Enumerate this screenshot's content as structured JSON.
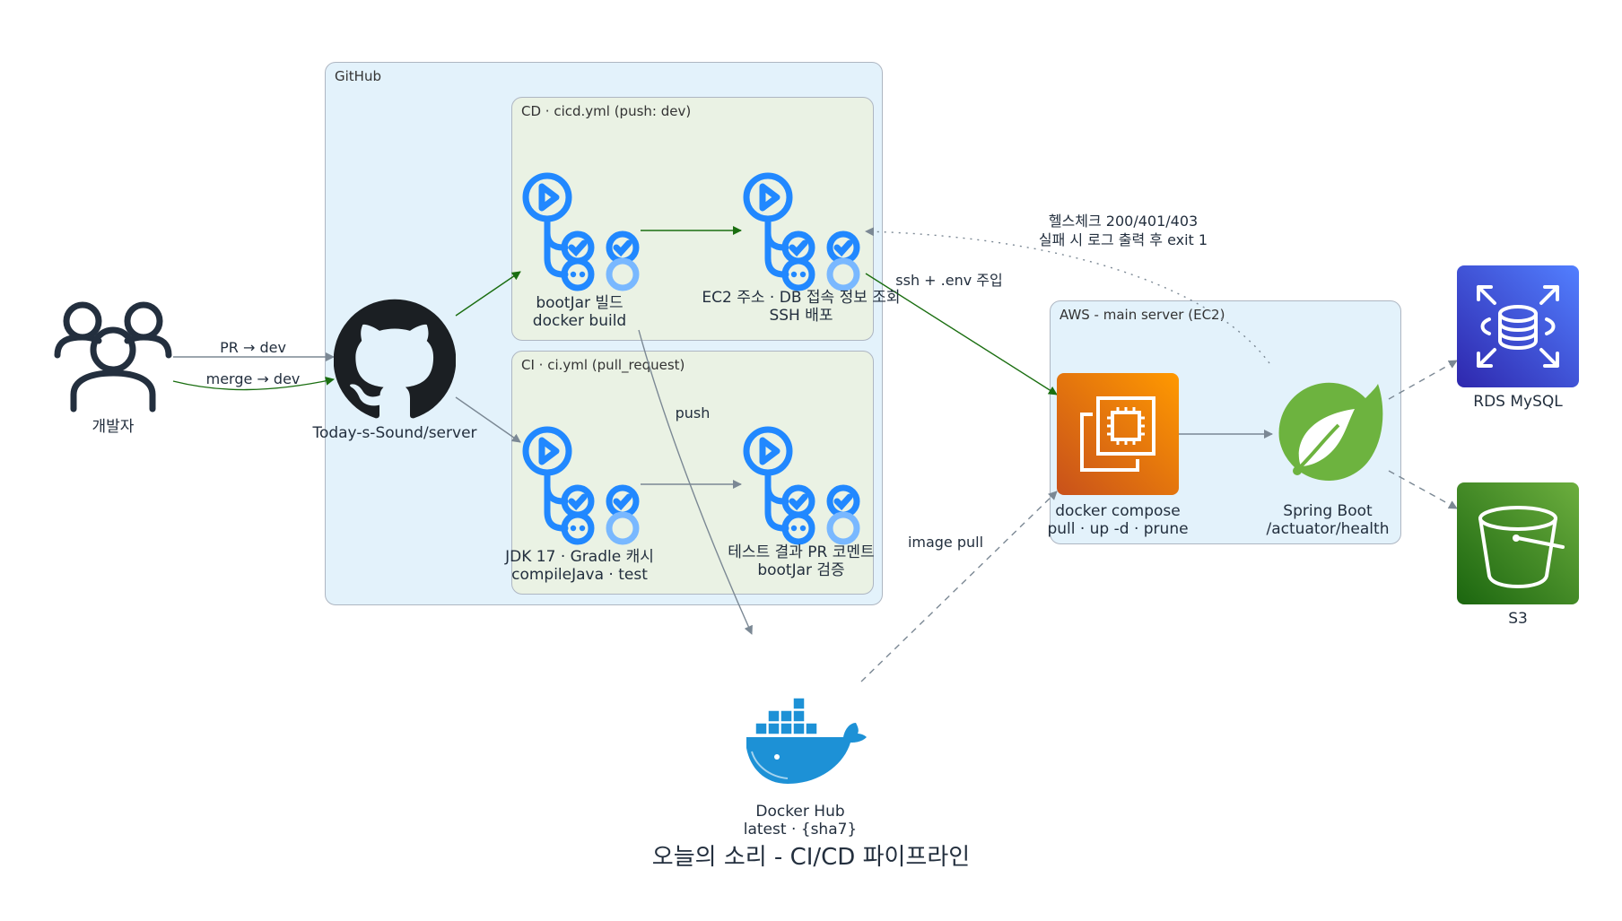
{
  "clusters": {
    "github": "GitHub",
    "cd": "CD · cicd.yml (push: dev)",
    "ci": "CI · ci.yml (pull_request)",
    "aws": "AWS - main server (EC2)"
  },
  "nodes": {
    "developer": "개발자",
    "repo": "Today-s-Sound/server",
    "cd_build": [
      "bootJar 빌드",
      "docker build"
    ],
    "cd_deploy": [
      "EC2 주소 · DB 접속 정보 조회",
      "SSH 배포"
    ],
    "ci_build": [
      "JDK 17 · Gradle 캐시",
      "compileJava · test"
    ],
    "ci_report": [
      "테스트 결과 PR 코멘트",
      "bootJar 검증"
    ],
    "ec2": [
      "docker compose",
      "pull · up -d · prune"
    ],
    "spring": [
      "Spring Boot",
      "/actuator/health"
    ],
    "rds": "RDS MySQL",
    "s3": "S3",
    "dockerhub": [
      "Docker Hub",
      "latest · {sha7}"
    ]
  },
  "edges": {
    "pr": "PR → dev",
    "merge": "merge → dev",
    "push": "push",
    "ssh": "ssh + .env 주입",
    "health": [
      "헬스체크 200/401/403",
      "실패 시 로그 출력 후 exit 1"
    ],
    "image_pull": "image pull"
  },
  "title": "오늘의 소리 - CI/CD 파이프라인",
  "icons": {
    "developer": "users-icon",
    "repo": "github-icon",
    "workflow": "github-actions-workflow-icon",
    "ec2": "aws-ec2-icon",
    "spring": "spring-boot-icon",
    "rds": "aws-rds-icon",
    "s3": "aws-s3-icon",
    "dockerhub": "docker-whale-icon"
  },
  "colors": {
    "cluster_border": "#aeb6c2",
    "github_fill": "#e3f2fb",
    "workflow_fill": "#eaf2e4",
    "actions_blue": "#2188ff",
    "edge_gray": "#7b8894",
    "edge_green": "#1a6e10",
    "ec2_orange": "#e2690f",
    "spring_green": "#6db33f",
    "rds_purple": "#3b48cc",
    "s3_green": "#3f8624",
    "docker_blue": "#1d63ed"
  }
}
